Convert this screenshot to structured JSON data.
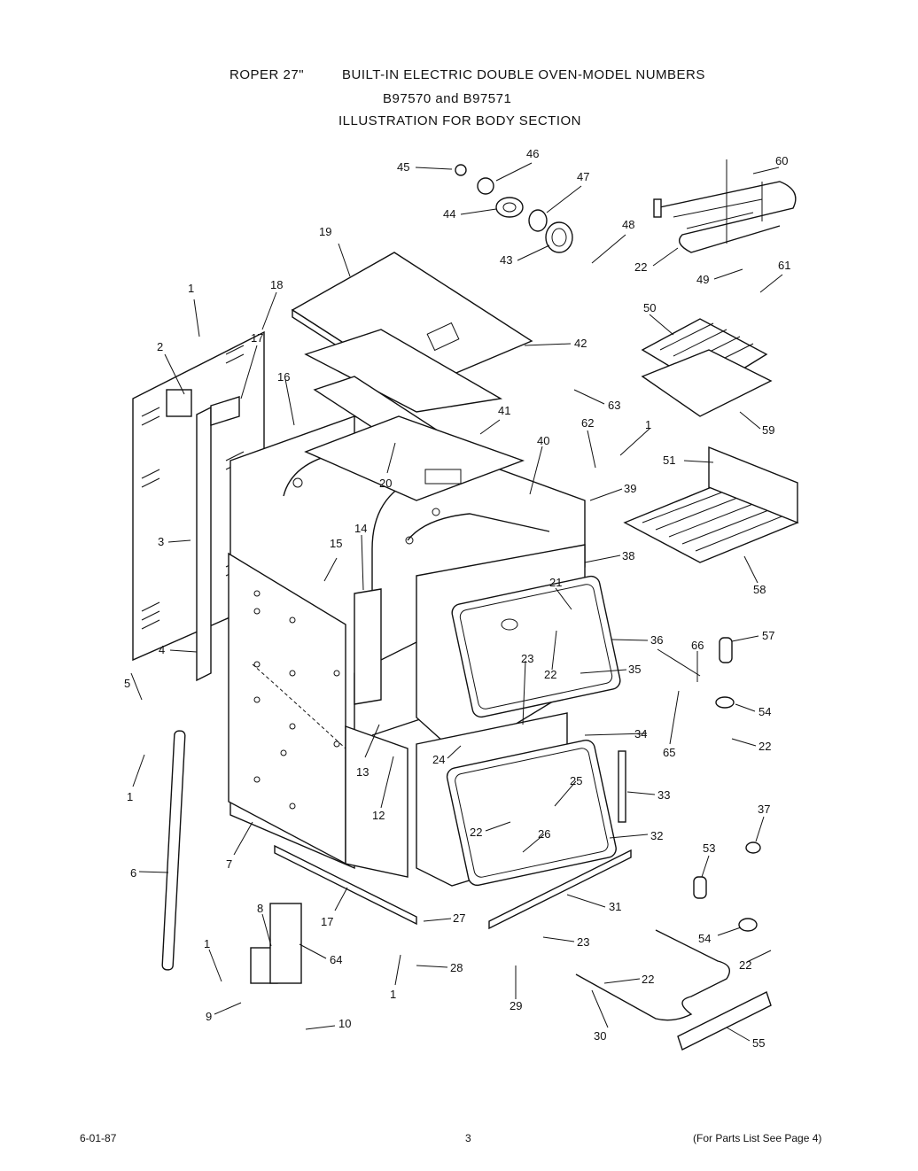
{
  "header": {
    "line1_brand": "ROPER 27\"",
    "line1_title": "BUILT-IN ELECTRIC DOUBLE OVEN-MODEL NUMBERS",
    "line2": "B97570 and B97571",
    "line3": "ILLUSTRATION FOR BODY SECTION"
  },
  "footer": {
    "date": "6-01-87",
    "page_number": "3",
    "note": "(For Parts List See Page 4)"
  },
  "callouts": [
    {
      "name": "callout-1-top",
      "label": "1"
    },
    {
      "name": "callout-18",
      "label": "18"
    },
    {
      "name": "callout-2",
      "label": "2"
    },
    {
      "name": "callout-17-top",
      "label": "17"
    },
    {
      "name": "callout-16",
      "label": "16"
    },
    {
      "name": "callout-19",
      "label": "19"
    },
    {
      "name": "callout-3",
      "label": "3"
    },
    {
      "name": "callout-4",
      "label": "4"
    },
    {
      "name": "callout-5",
      "label": "5"
    },
    {
      "name": "callout-1-left",
      "label": "1"
    },
    {
      "name": "callout-6",
      "label": "6"
    },
    {
      "name": "callout-7",
      "label": "7"
    },
    {
      "name": "callout-15",
      "label": "15"
    },
    {
      "name": "callout-14",
      "label": "14"
    },
    {
      "name": "callout-13",
      "label": "13"
    },
    {
      "name": "callout-12",
      "label": "12"
    },
    {
      "name": "callout-17-bottom",
      "label": "17"
    },
    {
      "name": "callout-8",
      "label": "8"
    },
    {
      "name": "callout-64",
      "label": "64"
    },
    {
      "name": "callout-1-bottom-left",
      "label": "1"
    },
    {
      "name": "callout-9",
      "label": "9"
    },
    {
      "name": "callout-10",
      "label": "10"
    },
    {
      "name": "callout-20",
      "label": "20"
    },
    {
      "name": "callout-41",
      "label": "41"
    },
    {
      "name": "callout-42",
      "label": "42"
    },
    {
      "name": "callout-45",
      "label": "45"
    },
    {
      "name": "callout-46",
      "label": "46"
    },
    {
      "name": "callout-47",
      "label": "47"
    },
    {
      "name": "callout-44",
      "label": "44"
    },
    {
      "name": "callout-43",
      "label": "43"
    },
    {
      "name": "callout-48",
      "label": "48"
    },
    {
      "name": "callout-60",
      "label": "60"
    },
    {
      "name": "callout-22-rack",
      "label": "22"
    },
    {
      "name": "callout-49",
      "label": "49"
    },
    {
      "name": "callout-61",
      "label": "61"
    },
    {
      "name": "callout-50",
      "label": "50"
    },
    {
      "name": "callout-63",
      "label": "63"
    },
    {
      "name": "callout-59",
      "label": "59"
    },
    {
      "name": "callout-62",
      "label": "62"
    },
    {
      "name": "callout-1-right",
      "label": "1"
    },
    {
      "name": "callout-40",
      "label": "40"
    },
    {
      "name": "callout-39",
      "label": "39"
    },
    {
      "name": "callout-51",
      "label": "51"
    },
    {
      "name": "callout-58",
      "label": "58"
    },
    {
      "name": "callout-38",
      "label": "38"
    },
    {
      "name": "callout-21",
      "label": "21"
    },
    {
      "name": "callout-36",
      "label": "36"
    },
    {
      "name": "callout-22-upper",
      "label": "22"
    },
    {
      "name": "callout-23-upper",
      "label": "23"
    },
    {
      "name": "callout-35",
      "label": "35"
    },
    {
      "name": "callout-66",
      "label": "66"
    },
    {
      "name": "callout-57",
      "label": "57"
    },
    {
      "name": "callout-54-upper",
      "label": "54"
    },
    {
      "name": "callout-22-right-upper",
      "label": "22"
    },
    {
      "name": "callout-65",
      "label": "65"
    },
    {
      "name": "callout-24",
      "label": "24"
    },
    {
      "name": "callout-34",
      "label": "34"
    },
    {
      "name": "callout-25",
      "label": "25"
    },
    {
      "name": "callout-33",
      "label": "33"
    },
    {
      "name": "callout-22-lower",
      "label": "22"
    },
    {
      "name": "callout-26",
      "label": "26"
    },
    {
      "name": "callout-32",
      "label": "32"
    },
    {
      "name": "callout-37",
      "label": "37"
    },
    {
      "name": "callout-53",
      "label": "53"
    },
    {
      "name": "callout-31",
      "label": "31"
    },
    {
      "name": "callout-27",
      "label": "27"
    },
    {
      "name": "callout-54-lower",
      "label": "54"
    },
    {
      "name": "callout-22-right-lower",
      "label": "22"
    },
    {
      "name": "callout-23-lower",
      "label": "23"
    },
    {
      "name": "callout-28",
      "label": "28"
    },
    {
      "name": "callout-1-bottom",
      "label": "1"
    },
    {
      "name": "callout-29",
      "label": "29"
    },
    {
      "name": "callout-22-element",
      "label": "22"
    },
    {
      "name": "callout-30",
      "label": "30"
    },
    {
      "name": "callout-55",
      "label": "55"
    }
  ]
}
